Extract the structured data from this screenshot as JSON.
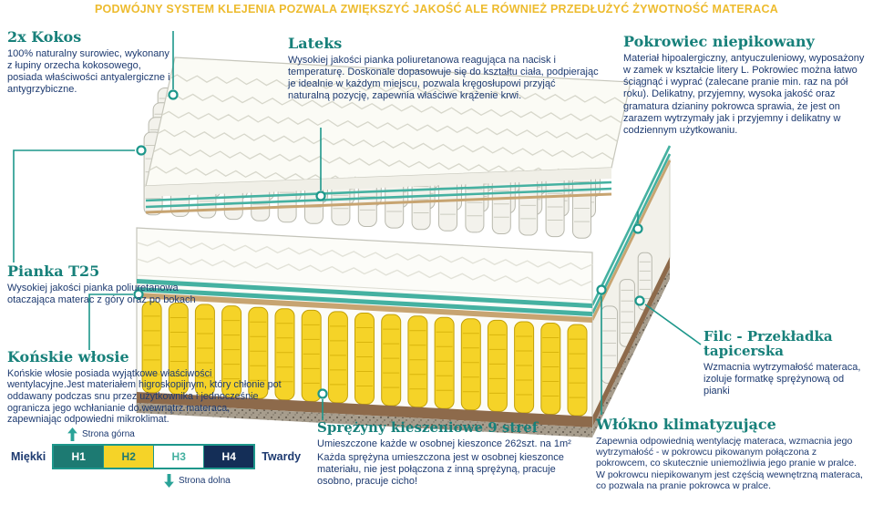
{
  "title": "PODWÓJNY SYSTEM KLEJENIA POZWALA ZWIĘKSZYĆ JAKOŚĆ ALE RÓWNIEŻ PRZEDŁUŻYĆ ŻYWOTNOŚĆ MATERACA",
  "annotations": {
    "kokos": {
      "heading": "2x Kokos",
      "body": "100% naturalny surowiec, wykonany z łupiny orzecha kokosowego, posiada właściwości antyalergiczne i antygrzybiczne."
    },
    "lateks": {
      "heading": "Lateks",
      "body": "Wysokiej jakości pianka poliuretanowa reagująca na nacisk i temperaturę. Doskonale dopasowuje się do kształtu ciała, podpierając je idealnie w każdym miejscu, pozwala kręgosłupowi przyjąć naturalną pozycję, zapewnia właściwe krążenie krwi."
    },
    "pokrowiec": {
      "heading": "Pokrowiec niepikowany",
      "body": "Materiał hipoalergiczny, antyuczuleniowy, wyposażony w zamek w kształcie litery L. Pokrowiec można łatwo ściągnąć i wyprać (zalecane pranie min. raz na pół roku). Delikatny, przyjemny, wysoka jakość oraz gramatura dzianiny pokrowca sprawia, że jest on zarazem wytrzymały jak i przyjemny i delikatny w codziennym użytkowaniu."
    },
    "pianka": {
      "heading": "Pianka T25",
      "body": "Wysokiej jakości pianka poliuretanowa otaczająca materac z góry oraz po bokach"
    },
    "wlosie": {
      "heading": "Końskie włosie",
      "body": "Końskie włosie posiada wyjątkowe właściwości wentylacyjne.Jest materiałem higroskopijnym, który chłonie pot oddawany podczas snu przez użytkownika i jednocześnie ogranicza jego wchłanianie do wewnątrz materaca, zapewniając odpowiedni mikroklimat."
    },
    "filc": {
      "heading": "Filc - Przekładka tapicerska",
      "body": "Wzmacnia wytrzymałość materaca, izoluje formatkę sprężynową od pianki"
    },
    "wlokno": {
      "heading": "Włókno klimatyzujące",
      "body": "Zapewnia odpowiednią wentylację materaca, wzmacnia jego wytrzymałość - w pokrowcu pikowanym połączona z pokrowcem, co skutecznie uniemożliwia jego pranie w pralce. W pokrowcu niepikowanym jest częścią wewnętrzną materaca, co pozwala na pranie pokrowca w pralce."
    },
    "sprezyny": {
      "heading": "Sprężyny kieszeniowe 9 stref",
      "body": "Umieszczone każde w osobnej kieszonce 262szt. na 1m²",
      "body2": "Każda sprężyna umieszczona jest w osobnej kieszonce materiału, nie jest połączona z inną sprężyną, pracuje osobno, pracuje cicho!"
    }
  },
  "firmness_scale": {
    "top_side_label": "Strona górna",
    "bottom_side_label": "Strona dolna",
    "soft_label": "Miękki",
    "hard_label": "Twardy",
    "levels": [
      {
        "label": "H1",
        "bg": "#1d7a72",
        "fg": "#ffffff"
      },
      {
        "label": "H2",
        "bg": "#f5d328",
        "fg": "#1d7a72"
      },
      {
        "label": "H3",
        "bg": "#ffffff",
        "fg": "#43b0a0"
      },
      {
        "label": "H4",
        "bg": "#142e57",
        "fg": "#ffffff"
      }
    ]
  },
  "colors": {
    "accent_teal": "#1d978b",
    "heading_teal": "#17807a",
    "title_gold": "#edbb2e",
    "body_navy": "#1d3a70",
    "spring_yellow": "#f5d328",
    "layer_teal": "#45b1a1",
    "layer_tan": "#c7a471",
    "layer_brown": "#8d6a4b"
  }
}
